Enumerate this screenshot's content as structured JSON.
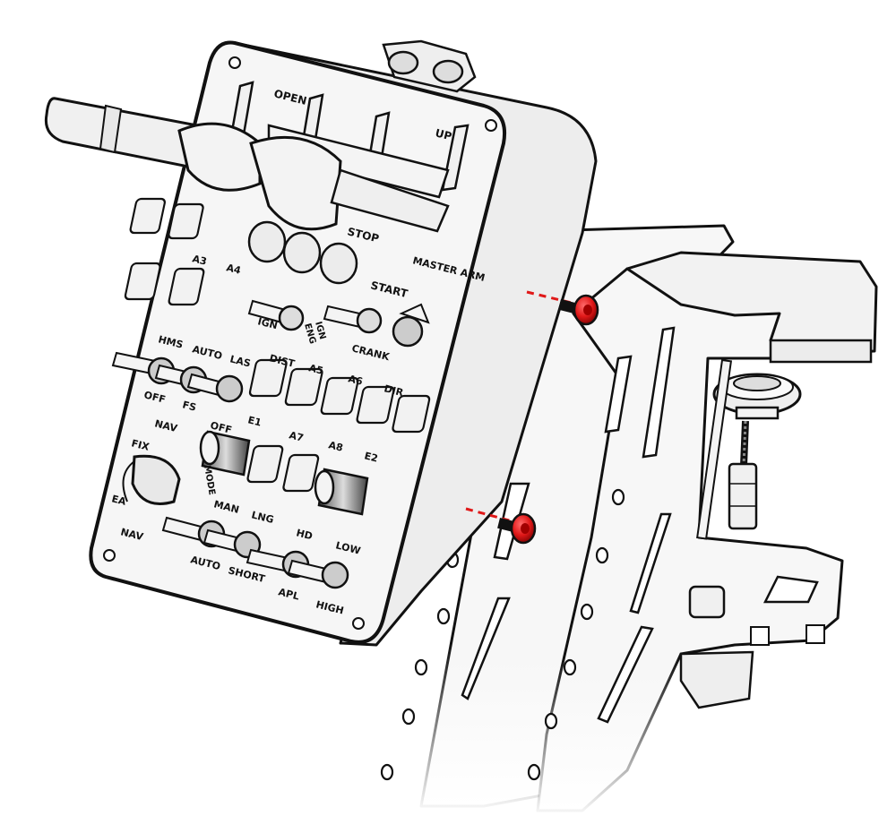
{
  "colors": {
    "line": "#111111",
    "panel": "#f4f4f4",
    "panel_shadow": "#d9d9d9",
    "bracket": "#f7f7f7",
    "screw": "#e01818",
    "screw_dark": "#7a0000",
    "guide": "#e01818"
  },
  "panel": {
    "labels": {
      "open": "OPEN",
      "up": "UP",
      "stop": "STOP",
      "start": "START",
      "master_arm": "MASTER ARM",
      "a3": "A3",
      "a4": "A4",
      "ign": "IGN",
      "ign_lower": "IGN",
      "eng": "ENG",
      "crank": "CRANK",
      "hms": "HMS",
      "auto": "AUTO",
      "las": "LAS",
      "dist": "DIST",
      "a5": "A5",
      "a6": "A6",
      "dir": "DIR",
      "off": "OFF",
      "fs": "FS",
      "off2": "OFF",
      "e1": "E1",
      "a7": "A7",
      "a8": "A8",
      "e2": "E2",
      "nav_top": "NAV",
      "fix": "FIX",
      "mode_v": "MODE",
      "ea": "EA",
      "nav_bottom": "NAV",
      "man": "MAN",
      "lng": "LNG",
      "hd": "HD",
      "low": "LOW",
      "auto2": "AUTO",
      "short": "SHORT",
      "apl": "APL",
      "high": "HIGH"
    }
  }
}
